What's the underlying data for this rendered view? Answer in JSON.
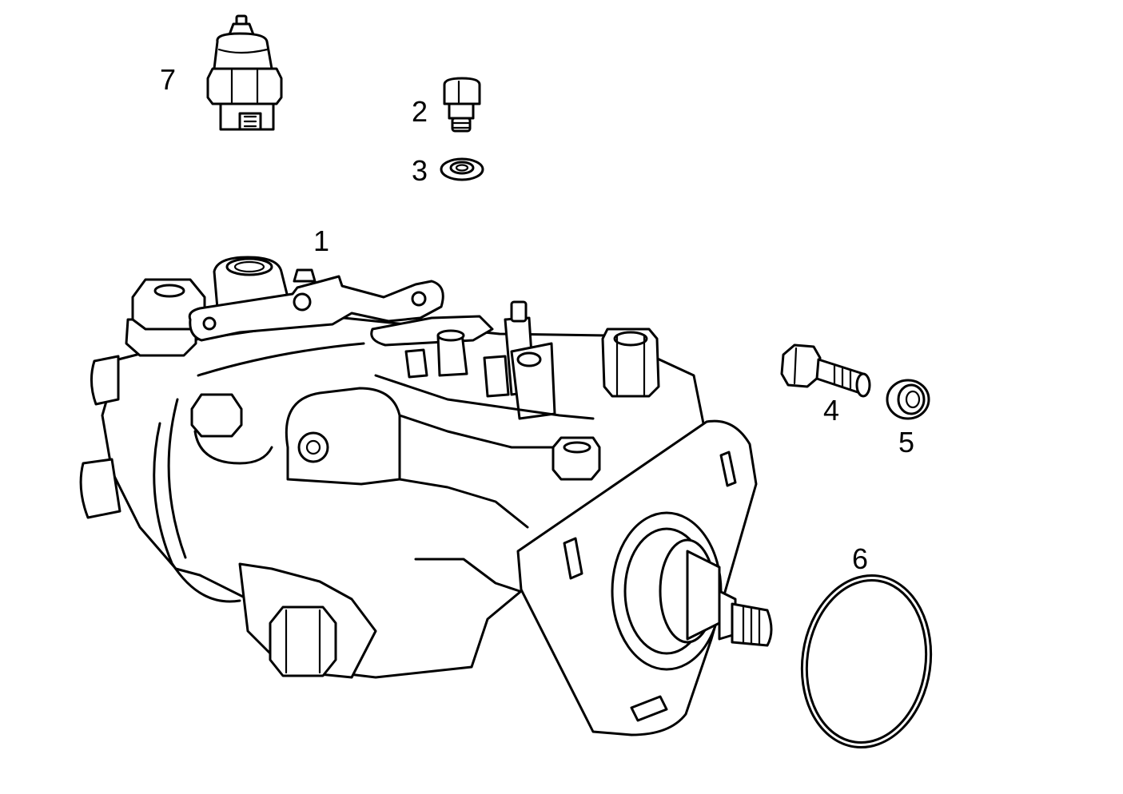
{
  "diagram": {
    "colors": {
      "line": "#000000",
      "background": "#ffffff"
    },
    "callouts": [
      {
        "id": "1",
        "label": "1",
        "part": "injection-pump-body"
      },
      {
        "id": "2",
        "label": "2",
        "part": "banjo-screw"
      },
      {
        "id": "3",
        "label": "3",
        "part": "sealing-washer-small"
      },
      {
        "id": "4",
        "label": "4",
        "part": "bolt"
      },
      {
        "id": "5",
        "label": "5",
        "part": "washer"
      },
      {
        "id": "6",
        "label": "6",
        "part": "o-ring"
      },
      {
        "id": "7",
        "label": "7",
        "part": "solenoid-valve"
      }
    ]
  }
}
